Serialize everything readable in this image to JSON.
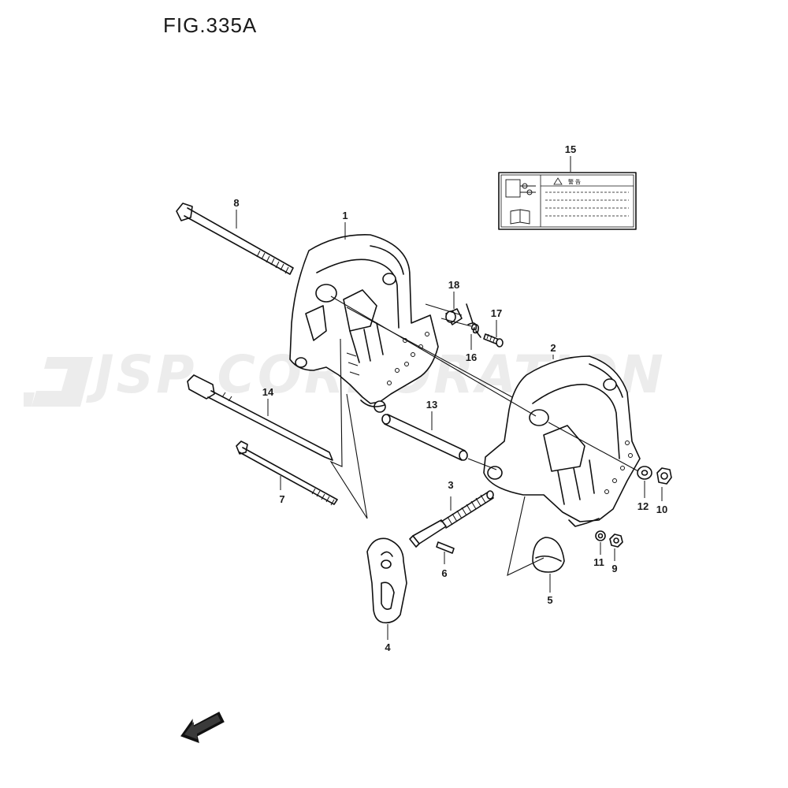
{
  "figure": {
    "title": "FIG.335A",
    "watermark": "JSP CORPORATION",
    "direction_badge": "FWD"
  },
  "callouts": {
    "c1": "1",
    "c2": "2",
    "c3": "3",
    "c4": "4",
    "c5": "5",
    "c6": "6",
    "c7": "7",
    "c8": "8",
    "c9": "9",
    "c10": "10",
    "c11": "11",
    "c12": "12",
    "c13": "13",
    "c14": "14",
    "c15": "15",
    "c16": "16",
    "c17": "17",
    "c18": "18"
  },
  "warning_label": {
    "header": "警 告"
  }
}
